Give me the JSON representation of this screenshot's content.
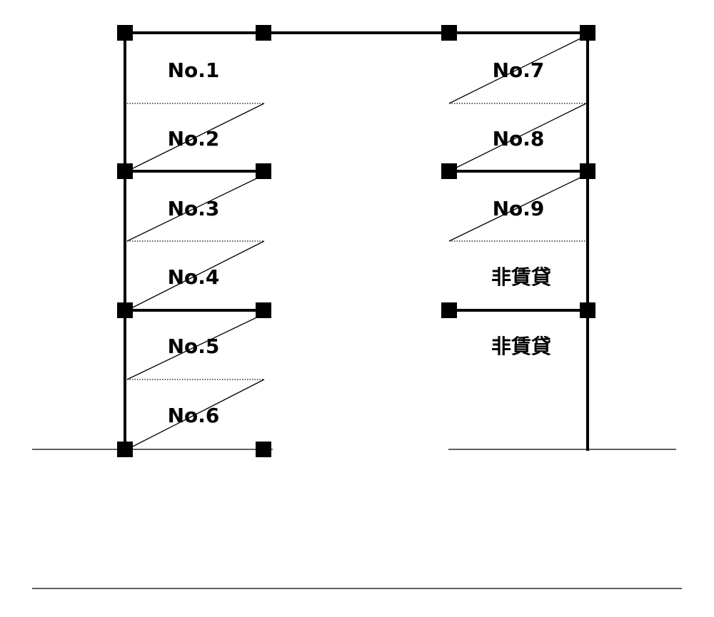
{
  "slots": {
    "no1": "No.1",
    "no2": "No.2",
    "no3": "No.3",
    "no4": "No.4",
    "no5": "No.5",
    "no6": "No.6",
    "no7": "No.7",
    "no8": "No.8",
    "no9": "No.9",
    "non_rental_1": "非賃貸",
    "non_rental_2": "非賃貸"
  }
}
